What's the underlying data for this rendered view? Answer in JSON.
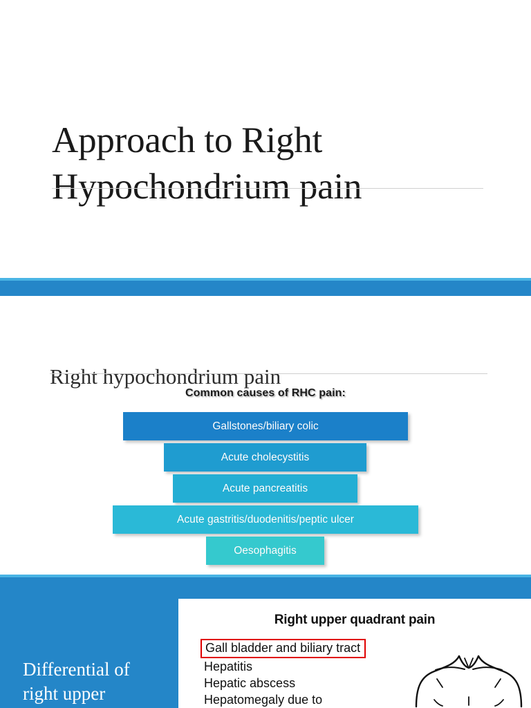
{
  "slide_title": {
    "title": "Approach to Right Hypochondrium pain"
  },
  "slide_funnel": {
    "heading": "Right hypochondrium pain",
    "caption": "Common causes of RHC pain:",
    "bars": [
      {
        "label": "Gallstones/biliary colic",
        "color": "#1b80c9"
      },
      {
        "label": "Acute cholecystitis",
        "color": "#1f9cd0"
      },
      {
        "label": "Acute pancreatitis",
        "color": "#23aed4"
      },
      {
        "label": "Acute gastritis/duodenitis/peptic ulcer",
        "color": "#2ab9d7"
      },
      {
        "label": "Oesophagitis",
        "color": "#35c9ce"
      }
    ]
  },
  "slide_differential": {
    "panel_title": "Differential of right upper quadrant pain",
    "heading": "Right upper quadrant pain",
    "items": [
      "Gall bladder and biliary tract",
      "Hepatitis",
      "Hepatic abscess",
      "Hepatomegaly due to"
    ]
  },
  "colors": {
    "band_blue": "#2486c8",
    "band_strip": "#49b4e4",
    "highlight_red": "#e00000",
    "panel_blue": "#2486c8"
  }
}
